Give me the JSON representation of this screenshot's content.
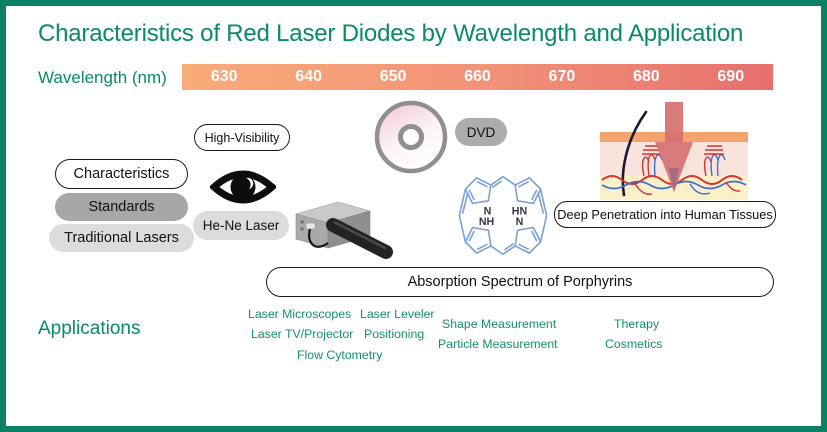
{
  "title": "Characteristics of Red Laser Diodes by Wavelength and Application",
  "wavelength": {
    "label": "Wavelength (nm)",
    "ticks": [
      "630",
      "640",
      "650",
      "660",
      "670",
      "680",
      "690"
    ],
    "gradient_start": "#F9AB79",
    "gradient_end": "#E7706E"
  },
  "pills": {
    "characteristics": "Characteristics",
    "standards": "Standards",
    "traditional_lasers": "Traditional Lasers",
    "high_visibility": "High-Visibility",
    "he_ne_laser": "He-Ne Laser",
    "dvd": "DVD",
    "deep_penetration": "Deep Penetration into Human Tissues",
    "absorption_spectrum": "Absorption Spectrum of Porphyrins"
  },
  "molecule_labels": {
    "top_left": "N",
    "top_right": "HN",
    "bottom_left": "NH",
    "bottom_right": "N"
  },
  "applications": {
    "label": "Applications",
    "items": {
      "laser_microscopes": "Laser Microscopes",
      "laser_leveler": "Laser Leveler",
      "shape_measurement": "Shape Measurement",
      "therapy": "Therapy",
      "laser_tv_projector": "Laser TV/Projector",
      "positioning": "Positioning",
      "particle_measurement": "Particle Measurement",
      "cosmetics": "Cosmetics",
      "flow_cytometry": "Flow Cytometry"
    }
  },
  "icons": {
    "eye": "eye-icon",
    "cd": "cd-disc-icon",
    "laser_device": "he-ne-laser-device-icon",
    "porphyrin": "porphyrin-molecule-icon",
    "skin": "skin-penetration-icon"
  },
  "colors": {
    "accent_teal": "#098A68",
    "border_green": "#0C8064",
    "app_text": "#14906E"
  }
}
